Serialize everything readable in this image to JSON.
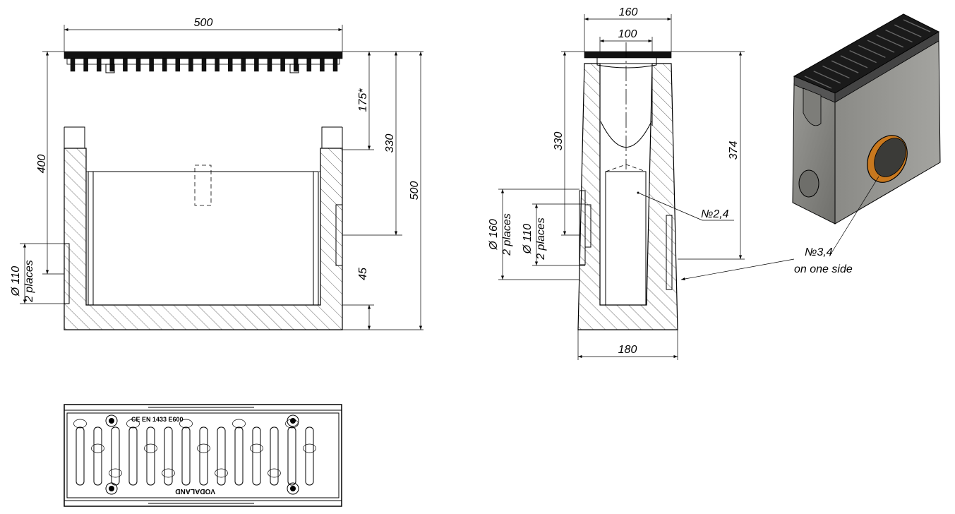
{
  "front_view": {
    "width_label": "500",
    "total_height_label": "500",
    "inner_height_label": "400",
    "grate_depth_label": "175*",
    "outlet_depth_label": "330",
    "bottom_thickness_label": "45",
    "side_pipe_diameter": "Ø 110",
    "side_pipe_count": "2 places"
  },
  "section_view": {
    "top_width_label": "160",
    "slot_width_label": "100",
    "bottom_width_label": "180",
    "depth_label": "330",
    "right_height_label": "374",
    "pipe_large_diameter": "Ø 160",
    "pipe_large_count": "2 places",
    "pipe_small_diameter": "Ø 110",
    "pipe_small_count": "2 places",
    "callout_basket": "№2,4"
  },
  "iso_view": {
    "callout_outlet": "№3,4",
    "callout_note": "on one side"
  },
  "plan_view": {
    "grate_marking": "CE EN 1433 E600",
    "brand": "VODALAND"
  },
  "colors": {
    "ink": "#000000",
    "concrete": "#8c8c88",
    "grate": "#1a1a1a",
    "seal": "#c8781e"
  }
}
